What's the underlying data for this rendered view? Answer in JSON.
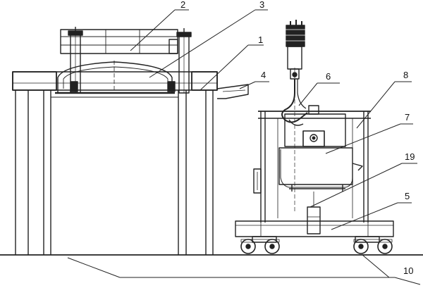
{
  "diagram": {
    "callouts": [
      {
        "id": "c1",
        "text": "1"
      },
      {
        "id": "c2",
        "text": "2"
      },
      {
        "id": "c3",
        "text": "3"
      },
      {
        "id": "c4",
        "text": "4"
      },
      {
        "id": "c5",
        "text": "5"
      },
      {
        "id": "c6",
        "text": "6"
      },
      {
        "id": "c7",
        "text": "7"
      },
      {
        "id": "c8",
        "text": "8"
      },
      {
        "id": "c10",
        "text": "10"
      },
      {
        "id": "c19",
        "text": "19"
      }
    ]
  }
}
